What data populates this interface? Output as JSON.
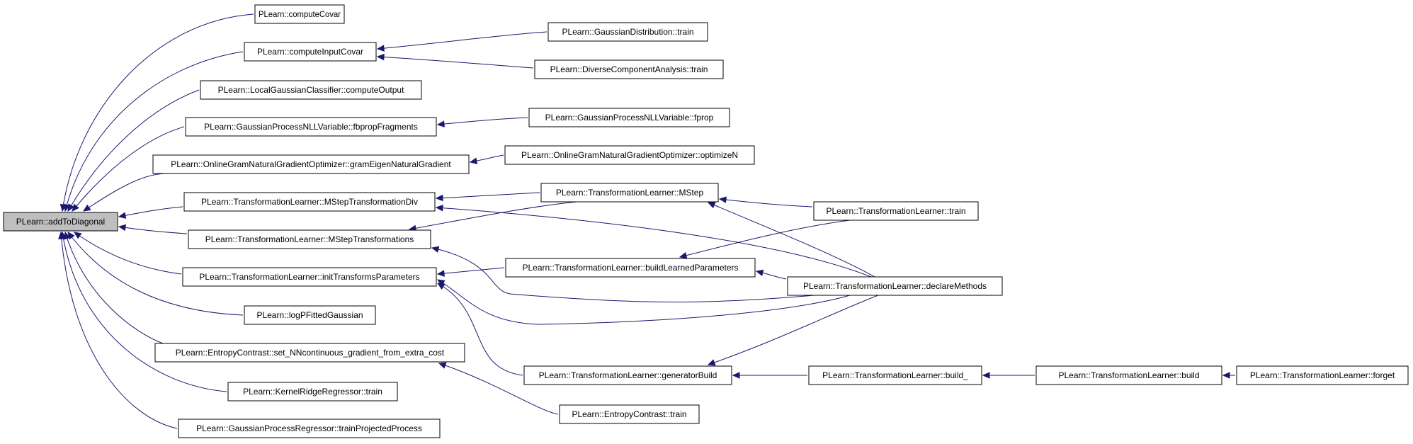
{
  "diagram": {
    "type": "call-graph",
    "edge_color": "#191970",
    "root_fill": "#bfbfbf",
    "nodes": {
      "addToDiagonal": "PLearn::addToDiagonal",
      "computeCovar": "PLearn::computeCovar",
      "computeInputCovar": "PLearn::computeInputCovar",
      "gaussDistTrain": "PLearn::GaussianDistribution::train",
      "diverseTrain": "PLearn::DiverseComponentAnalysis::train",
      "localGaussComputeOutput": "PLearn::LocalGaussianClassifier::computeOutput",
      "gpnllFbpropFragments": "PLearn::GaussianProcessNLLVariable::fbpropFragments",
      "gpnllFprop": "PLearn::GaussianProcessNLLVariable::fprop",
      "ognGramEigen": "PLearn::OnlineGramNaturalGradientOptimizer::gramEigenNaturalGradient",
      "ognOptimizeN": "PLearn::OnlineGramNaturalGradientOptimizer::optimizeN",
      "tlMStepTransformationDiv": "PLearn::TransformationLearner::MStepTransformationDiv",
      "tlMStep": "PLearn::TransformationLearner::MStep",
      "tlTrain": "PLearn::TransformationLearner::train",
      "tlMStepTransformations": "PLearn::TransformationLearner::MStepTransformations",
      "tlBuildLearnedParameters": "PLearn::TransformationLearner::buildLearnedParameters",
      "tlDeclareMethods": "PLearn::TransformationLearner::declareMethods",
      "tlInitTransformsParameters": "PLearn::TransformationLearner::initTransformsParameters",
      "logPFittedGaussian": "PLearn::logPFittedGaussian",
      "ecSetNN": "PLearn::EntropyContrast::set_NNcontinuous_gradient_from_extra_cost",
      "tlGeneratorBuild": "PLearn::TransformationLearner::generatorBuild",
      "tlBuildUnderscore": "PLearn::TransformationLearner::build_",
      "tlBuild": "PLearn::TransformationLearner::build",
      "tlForget": "PLearn::TransformationLearner::forget",
      "krrTrain": "PLearn::KernelRidgeRegressor::train",
      "ecTrain": "PLearn::EntropyContrast::train",
      "gprTrainProjected": "PLearn::GaussianProcessRegressor::trainProjectedProcess"
    },
    "edges": [
      [
        "addToDiagonal",
        "computeCovar"
      ],
      [
        "addToDiagonal",
        "computeInputCovar"
      ],
      [
        "addToDiagonal",
        "localGaussComputeOutput"
      ],
      [
        "addToDiagonal",
        "gpnllFbpropFragments"
      ],
      [
        "addToDiagonal",
        "ognGramEigen"
      ],
      [
        "addToDiagonal",
        "tlMStepTransformationDiv"
      ],
      [
        "addToDiagonal",
        "tlMStepTransformations"
      ],
      [
        "addToDiagonal",
        "tlInitTransformsParameters"
      ],
      [
        "addToDiagonal",
        "logPFittedGaussian"
      ],
      [
        "addToDiagonal",
        "ecSetNN"
      ],
      [
        "addToDiagonal",
        "krrTrain"
      ],
      [
        "addToDiagonal",
        "gprTrainProjected"
      ],
      [
        "computeInputCovar",
        "gaussDistTrain"
      ],
      [
        "computeInputCovar",
        "diverseTrain"
      ],
      [
        "gpnllFbpropFragments",
        "gpnllFprop"
      ],
      [
        "ognGramEigen",
        "ognOptimizeN"
      ],
      [
        "tlMStepTransformationDiv",
        "tlMStep"
      ],
      [
        "tlMStepTransformationDiv",
        "tlDeclareMethods"
      ],
      [
        "tlMStepTransformations",
        "tlMStep"
      ],
      [
        "tlMStepTransformations",
        "tlDeclareMethods"
      ],
      [
        "tlMStep",
        "tlTrain"
      ],
      [
        "tlMStep",
        "tlDeclareMethods"
      ],
      [
        "tlInitTransformsParameters",
        "tlBuildLearnedParameters"
      ],
      [
        "tlInitTransformsParameters",
        "tlDeclareMethods"
      ],
      [
        "tlInitTransformsParameters",
        "tlGeneratorBuild"
      ],
      [
        "tlBuildLearnedParameters",
        "tlTrain"
      ],
      [
        "tlBuildLearnedParameters",
        "tlDeclareMethods"
      ],
      [
        "tlGeneratorBuild",
        "tlDeclareMethods"
      ],
      [
        "tlGeneratorBuild",
        "tlBuildUnderscore"
      ],
      [
        "tlBuildUnderscore",
        "tlBuild"
      ],
      [
        "tlBuild",
        "tlForget"
      ],
      [
        "ecSetNN",
        "ecTrain"
      ]
    ]
  }
}
